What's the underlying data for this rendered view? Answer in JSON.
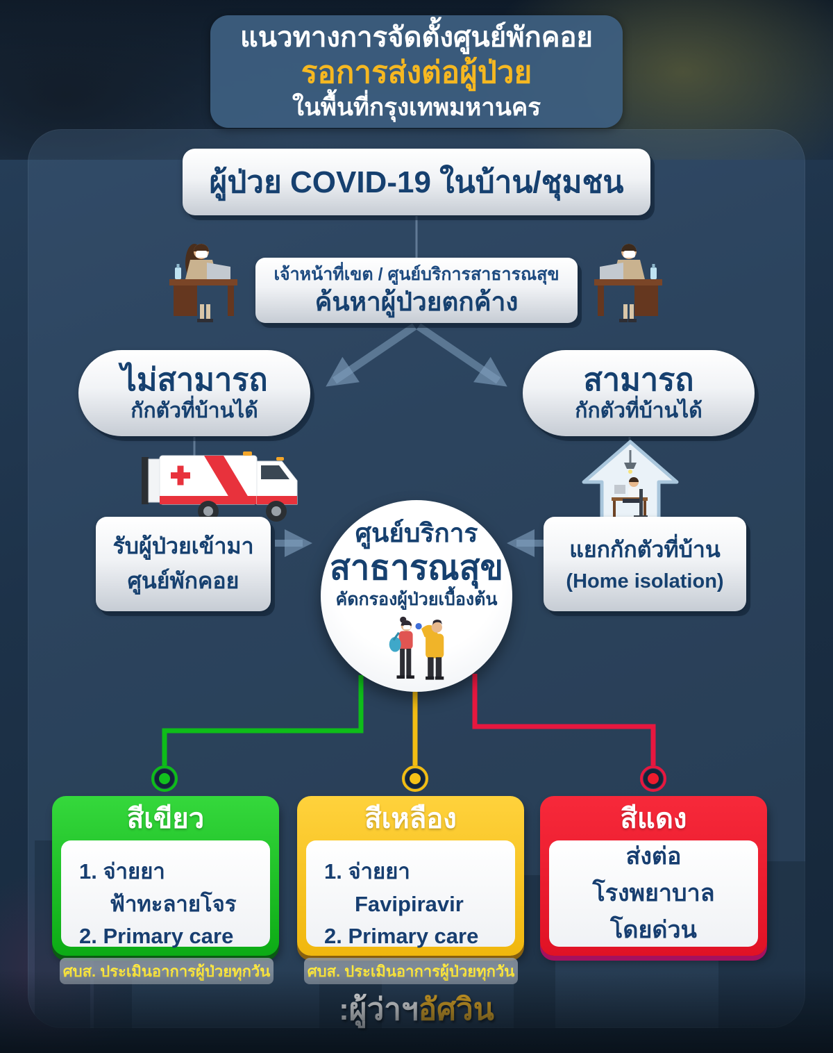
{
  "title": {
    "line1": "แนวทางการจัดตั้งศูนย์พักคอย",
    "line2": "รอการส่งต่อผู้ป่วย",
    "line3": "ในพื้นที่กรุงเทพมหานคร"
  },
  "flow": {
    "patient_source": "ผู้ป่วย COVID-19 ในบ้าน/ชุมชน",
    "staff": {
      "line1": "เจ้าหน้าที่เขต / ศูนย์บริการสาธารณสุข",
      "line2": "ค้นหาผู้ป่วยตกค้าง"
    },
    "cannot_isolate": {
      "line1": "ไม่สามารถ",
      "line2": "กักตัวที่บ้านได้"
    },
    "can_isolate": {
      "line1": "สามารถ",
      "line2": "กักตัวที่บ้านได้"
    },
    "admit_center": {
      "line1": "รับผู้ป่วยเข้ามา",
      "line2": "ศูนย์พักคอย"
    },
    "home_isolation": {
      "line1": "แยกกักตัวที่บ้าน",
      "line2": "(Home isolation)"
    },
    "health_center": {
      "line1": "ศูนย์บริการ",
      "line2": "สาธารณสุข",
      "line3": "คัดกรองผู้ป่วยเบื้องต้น"
    }
  },
  "triage": [
    {
      "key": "green",
      "label": "สีเขียว",
      "lines": [
        "1. จ่ายยา",
        "ฟ้าทะลายโจร",
        "2. Primary care"
      ],
      "note": "ศบส. ประเมินอาการผู้ป่วยทุกวัน",
      "color": "#12c01e"
    },
    {
      "key": "yellow",
      "label": "สีเหลือง",
      "lines": [
        "1. จ่ายยา",
        "Favipiravir",
        "2. Primary care"
      ],
      "note": "ศบส. ประเมินอาการผู้ป่วยทุกวัน",
      "color": "#f5c117"
    },
    {
      "key": "red",
      "label": "สีแดง",
      "lines": [
        "ส่งต่อ",
        "โรงพยาบาล",
        "โดยด่วน"
      ],
      "color": "#ee1b2d"
    }
  ],
  "signature": {
    "prefix": ":ผู้ว่าฯ",
    "name": "อัศวิน"
  },
  "icons": {
    "left_desk": "official-at-desk-icon",
    "right_desk": "official-at-desk-icon",
    "ambulance": "ambulance-icon",
    "house": "home-isolation-icon",
    "swab": "swab-test-icon"
  },
  "colors": {
    "background": "#16283c",
    "panel": "#486888",
    "title_highlight": "#f6b821",
    "box_text": "#16406f",
    "green": "#12c01e",
    "yellow": "#f5c117",
    "red": "#ee1b2d",
    "note_text": "#ffe93e",
    "connector": "#7f9ebe"
  }
}
